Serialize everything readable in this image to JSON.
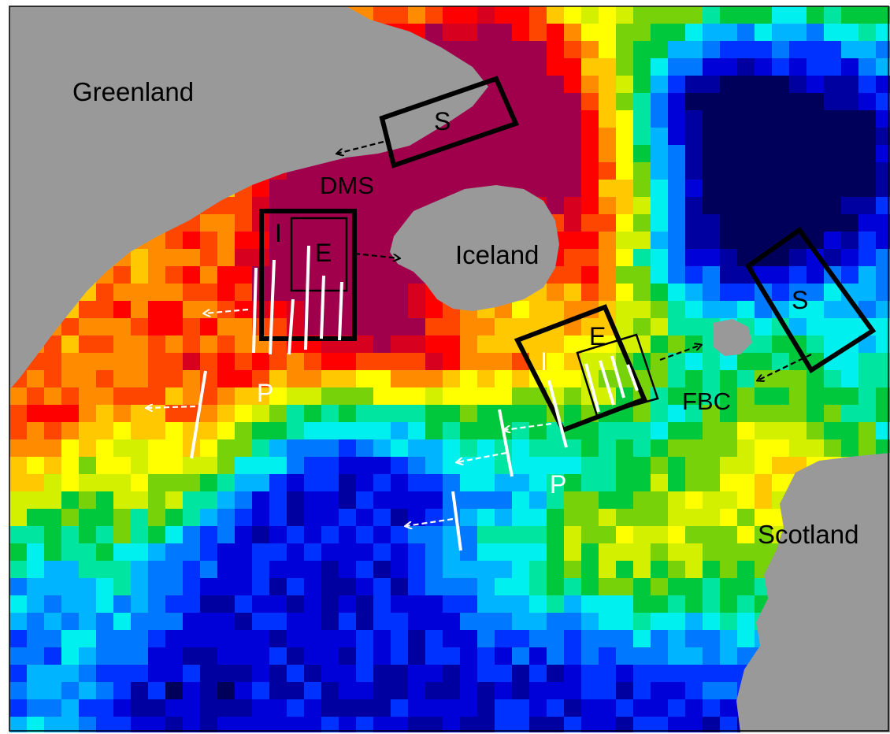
{
  "labels": {
    "greenland": "Greenland",
    "iceland": "Iceland",
    "scotland": "Scotland",
    "dms": "DMS",
    "fbc": "FBC",
    "west_s": "S",
    "west_i": "I",
    "west_e": "E",
    "west_p": "P",
    "east_s": "S",
    "east_i": "I",
    "east_e": "E",
    "east_p": "P"
  },
  "colors": {
    "land": "#999999",
    "frame": "#000000",
    "white_lines": "#ffffff",
    "palette": [
      "#00005a",
      "#0000a0",
      "#0000d8",
      "#0032ff",
      "#0078ff",
      "#00b4ff",
      "#00f0f0",
      "#00e6a0",
      "#00c83c",
      "#78d20a",
      "#d2f000",
      "#ffff00",
      "#ffc800",
      "#ff8c00",
      "#ff4600",
      "#ff0000",
      "#d7001e",
      "#a0004b"
    ]
  }
}
